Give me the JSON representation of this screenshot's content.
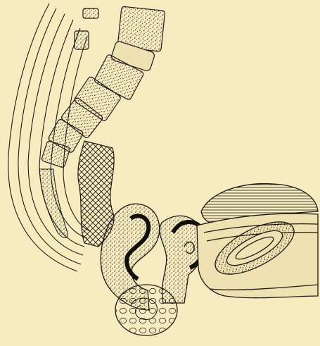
{
  "figure": {
    "background": "#f7ebc0",
    "ink": "#1d1a14",
    "fill_light": "#efe2b2",
    "fill_dark": "#111008",
    "style": "engraved anatomical line illustration, no printed text"
  },
  "parts": [
    "posterior-wall-layers",
    "vertebral-segments",
    "coccyx-stippled-region",
    "rectum-crosshatched-column",
    "central-folded-organ",
    "lower-round-convoluted-mass",
    "right-organ-with-coil",
    "horizontal-hatched-band",
    "oval-ring-structure"
  ]
}
